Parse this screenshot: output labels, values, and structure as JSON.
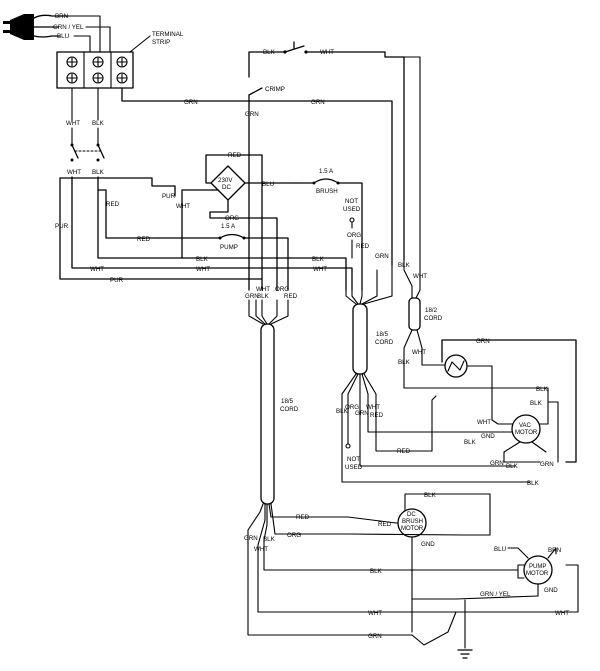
{
  "plug": {
    "brn": "BRN",
    "grn_yel": "GRN / YEL",
    "blu": "BLU"
  },
  "terminal_strip": {
    "line1": "TERMINAL",
    "line2": "STRIP"
  },
  "top_switch": {
    "left": "BLK",
    "right": "WHT"
  },
  "crimp": "CRIMP",
  "grn_top_left": "GRN",
  "grn_top_right": "GRN",
  "grn_drop": "GRN",
  "sw_left": {
    "top_wht": "WHT",
    "top_blk": "BLK",
    "bot_wht": "WHT",
    "bot_blk": "BLK"
  },
  "rectifier": {
    "line1": "230V",
    "line2": "DC",
    "red": "RED",
    "blu": "BLU",
    "org": "ORG",
    "pur": "PUR",
    "wht": "WHT"
  },
  "brush_fuse": {
    "rating": "1.5 A",
    "name": "BRUSH"
  },
  "pump_fuse": {
    "rating": "1.5 A",
    "name": "PUMP"
  },
  "left_labels": {
    "pur": "PUR",
    "red": "RED",
    "red2": "RED",
    "wht": "WHT",
    "pur2": "PUR"
  },
  "bus_labels": {
    "blk1": "BLK",
    "wht1": "WHT",
    "blk2": "BLK",
    "wht2": "WHT"
  },
  "not_used_top": {
    "l1": "NOT",
    "l2": "USED",
    "org": "ORG",
    "red": "RED",
    "grn": "GRN"
  },
  "left_cord_top": {
    "grn": "GRN",
    "wht": "WHT",
    "blk": "BLK",
    "org": "ORG",
    "red": "RED"
  },
  "cord_185_left": {
    "size": "18/5",
    "word": "CORD"
  },
  "cord_185_mid": {
    "size": "18/5",
    "word": "CORD"
  },
  "cord_182": {
    "size": "18/2",
    "word": "CORD"
  },
  "cord_182_labels": {
    "blk": "BLK",
    "wht": "WHT",
    "blk2": "BLK",
    "wht2": "WHT"
  },
  "mid_cord_bottom": {
    "blk": "BLK",
    "org": "ORG",
    "grn": "GRN",
    "wht": "WHT",
    "red": "RED"
  },
  "not_used_bottom": {
    "l1": "NOT",
    "l2": "USED"
  },
  "vac_area": {
    "grn_top": "GRN",
    "blk_top": "BLK",
    "blk": "BLK",
    "wht": "WHT",
    "blk2": "BLK",
    "grn": "GND",
    "red": "RED",
    "grn_bot": "GRN",
    "grn_right": "GRN",
    "blk_bot": "BLK",
    "blk_bot2": "BLK"
  },
  "vac_motor": {
    "l1": "VAC",
    "l2": "MOTOR"
  },
  "brush_motor": {
    "l1": "DC",
    "l2": "BRUSH",
    "l3": "MOTOR",
    "gnd": "GND",
    "blk": "BLK",
    "red": "RED"
  },
  "pump_motor": {
    "l1": "PUMP",
    "l2": "MOTOR",
    "gnd": "GND",
    "blu": "BLU",
    "brn": "BRN"
  },
  "bottom_cord": {
    "red": "RED",
    "org": "ORG",
    "grn": "GRN",
    "wht": "WHT",
    "blk": "BLK"
  },
  "bottom_bus": {
    "blk": "BLK",
    "wht": "WHT",
    "grn_yel": "GRN / YEL",
    "wht2": "WHT",
    "grn": "GRN"
  }
}
